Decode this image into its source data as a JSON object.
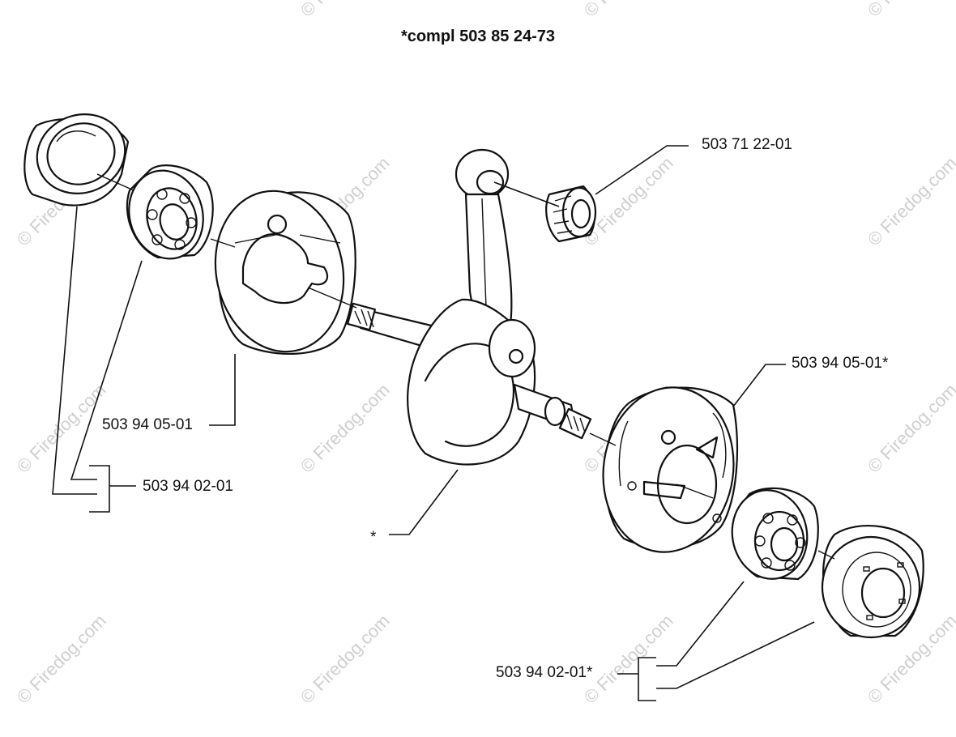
{
  "title": "*compl 503 85 24-73",
  "watermark": "© Firedog.com",
  "labels": {
    "needle_bearing": "503 71 22-01",
    "half_left": "503 94 05-01",
    "bearing_left": "503 94 02-01",
    "half_right": "503 94 05-01*",
    "crankshaft": "*",
    "bearing_right": "503 94 02-01*"
  }
}
